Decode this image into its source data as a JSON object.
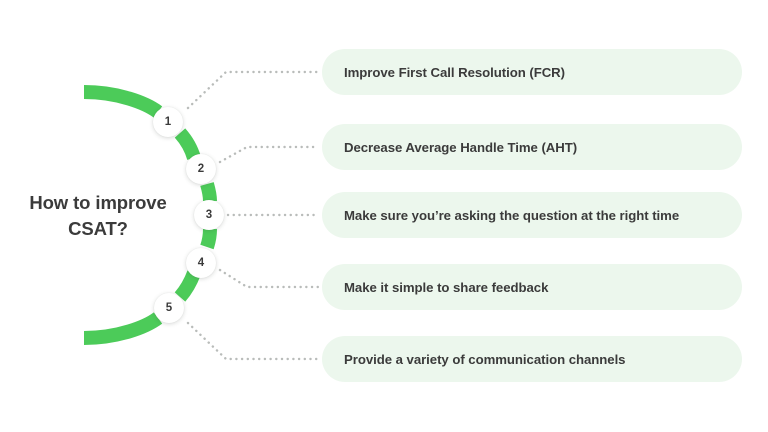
{
  "theme": {
    "background": "#ffffff",
    "accent_green": "#4ccb59",
    "pill_background": "#ecf7ed",
    "text_dark": "#3b3b3b",
    "connector_dot": "#b9bcba"
  },
  "title": {
    "line1": "How to improve",
    "line2": "CSAT?"
  },
  "steps": [
    {
      "number": "1",
      "label": "Improve First Call Resolution (FCR)"
    },
    {
      "number": "2",
      "label": "Decrease Average Handle Time (AHT)"
    },
    {
      "number": "3",
      "label": "Make sure you’re asking the question at the right time"
    },
    {
      "number": "4",
      "label": "Make it simple to share feedback"
    },
    {
      "number": "5",
      "label": "Provide a variety of communication channels"
    }
  ]
}
